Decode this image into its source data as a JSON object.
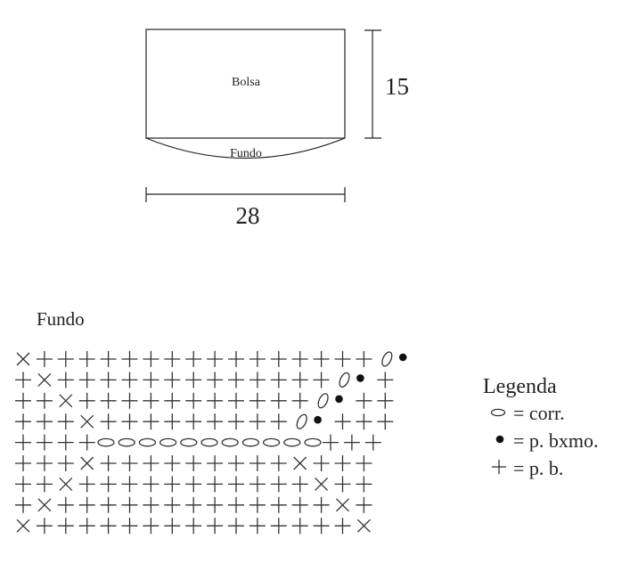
{
  "bag": {
    "body_label": "Bolsa",
    "bottom_label": "Fundo",
    "height_label": "15",
    "width_label": "28"
  },
  "chart": {
    "title": "Fundo",
    "rows": [
      "X++++++++++++++++O*",
      "+X+++++++++++++O*+",
      "++X+++++++++++O*++",
      "+++X+++++++++O*+++",
      "++++ooooooooooo+++",
      "+++X+++++++++X+++",
      "++X+++++++++++X++",
      "+X+++++++++++++X+",
      "X+++++++++++++++X"
    ]
  },
  "legend": {
    "title": "Legenda",
    "items": [
      {
        "symbol": "chain-symbol",
        "text": "= corr."
      },
      {
        "symbol": "slip-stitch-symbol",
        "text": "= p. bxmo."
      },
      {
        "symbol": "single-crochet-symbol",
        "text": "= p. b."
      }
    ]
  }
}
